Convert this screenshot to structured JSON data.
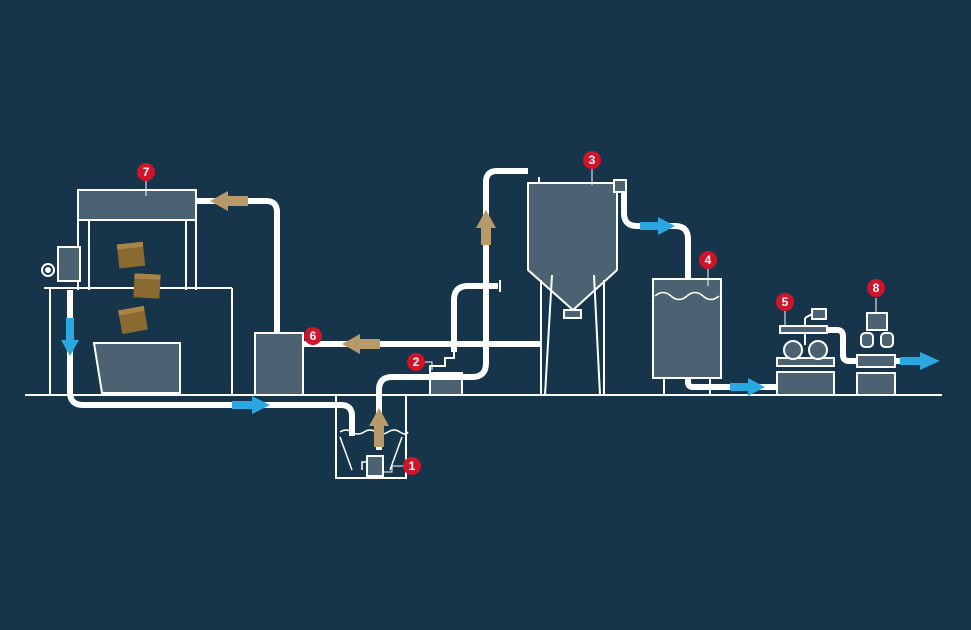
{
  "colors": {
    "background": "#16344a",
    "line": "#ffffff",
    "vessel_fill": "#4a6272",
    "tan_arrow": "#b89a6a",
    "blue_arrow": "#2aa7e0",
    "badge": "#d0152a",
    "box": "#8a6a2e"
  },
  "markers": [
    {
      "id": "1",
      "label": "1"
    },
    {
      "id": "2",
      "label": "2"
    },
    {
      "id": "3",
      "label": "3"
    },
    {
      "id": "4",
      "label": "4"
    },
    {
      "id": "5",
      "label": "5"
    },
    {
      "id": "6",
      "label": "6"
    },
    {
      "id": "7",
      "label": "7"
    },
    {
      "id": "8",
      "label": "8"
    }
  ]
}
